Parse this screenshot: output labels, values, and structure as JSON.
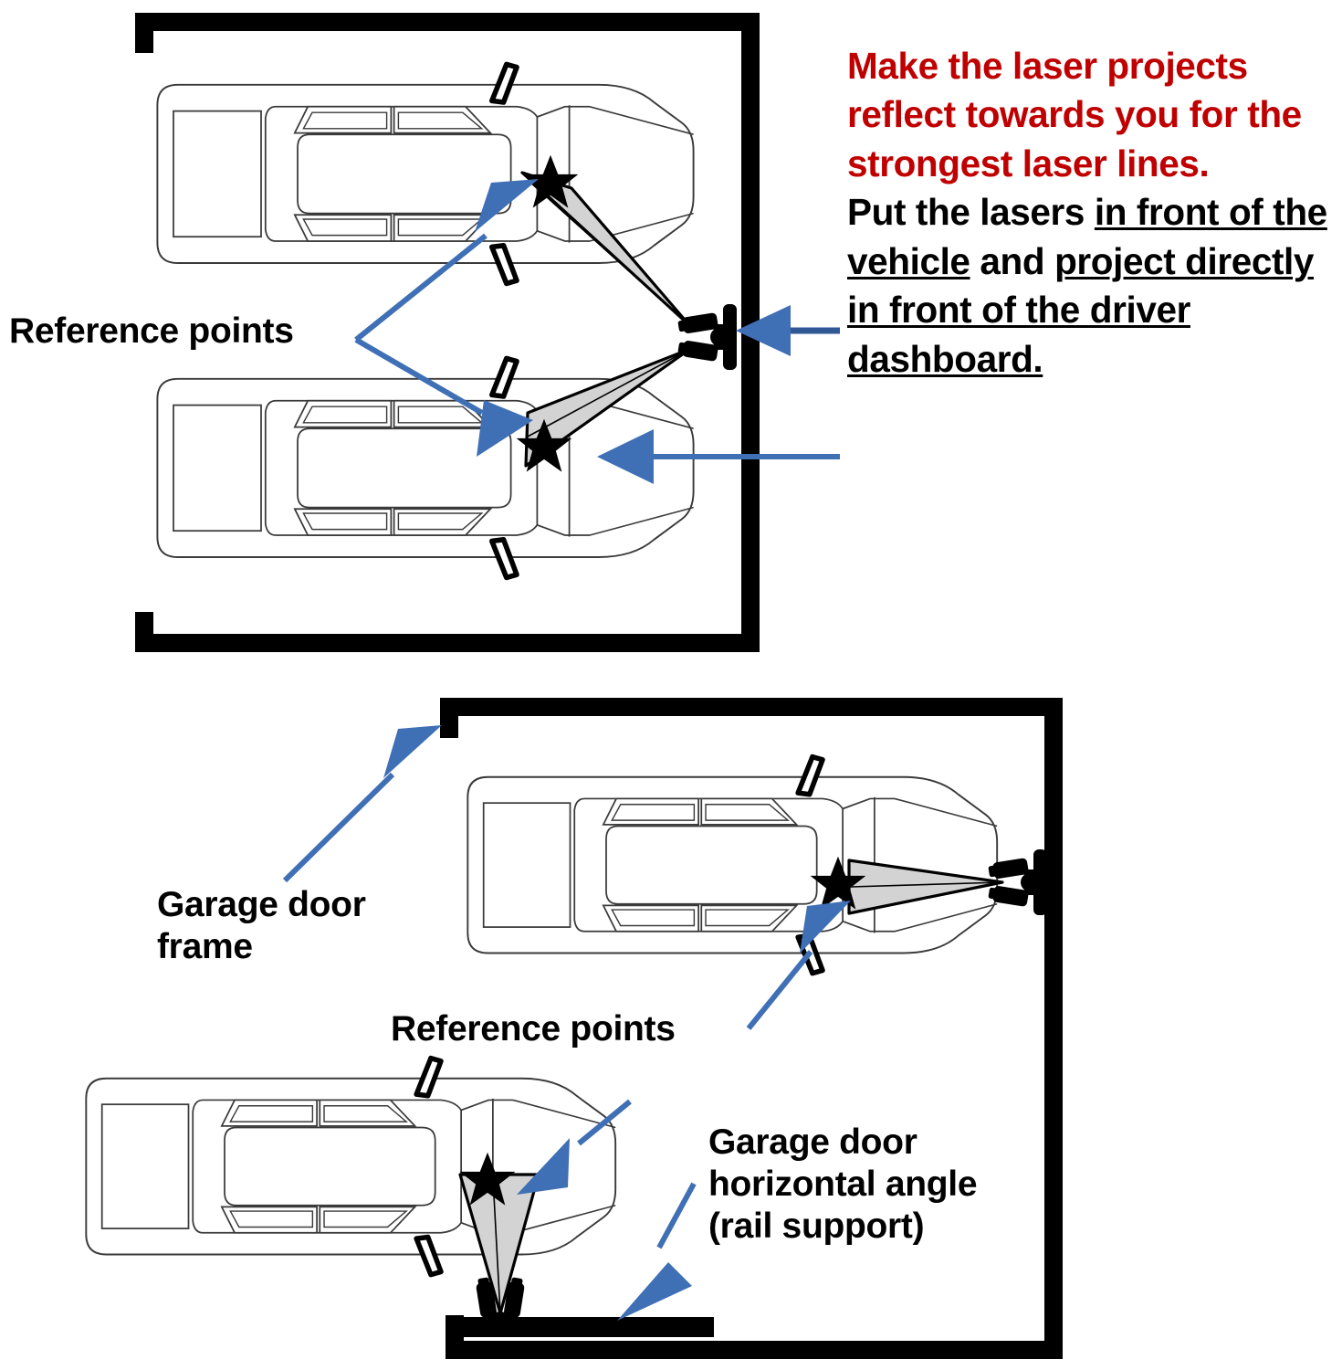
{
  "document": {
    "kind": "instructional-diagram",
    "subject": "Garage parking laser alignment guide"
  },
  "instruction_panel": {
    "warning_text": "Make the laser projects reflect towards you for the strongest laser lines.",
    "note_segments": [
      {
        "text": "Put the lasers ",
        "underline": false
      },
      {
        "text": "in front of the vehicle",
        "underline": true
      },
      {
        "text": " and ",
        "underline": false
      },
      {
        "text": "project directly in front of the driver dashboard.",
        "underline": true
      }
    ],
    "note_lines": [
      "Put the lasers in front of",
      "the vehicle and project",
      "directly in front of the",
      "driver dashboard."
    ],
    "warning_color": "#c00000",
    "note_color": "#000000"
  },
  "labels": {
    "reference_points_top": "Reference points",
    "reference_points_bottom": "Reference points",
    "garage_door_frame": "Garage door\nframe",
    "garage_door_rail": "Garage door\nhorizontal angle\n(rail support)"
  },
  "colors": {
    "arrow_blue": "#3f6fb5",
    "arrow_blue_dark": "#2f5894",
    "beam_gray": "#d3d3d3",
    "wall_black": "#000000",
    "car_outline": "#3a3a3a",
    "background": "#ffffff",
    "star_black": "#000000"
  },
  "scenes": [
    {
      "id": "top-scene",
      "name": "two-cars-side-wall-lasers",
      "garage": {
        "shape": "u-open-left",
        "walls": [
          "top",
          "right",
          "bottom"
        ],
        "description": "Garage outline with right wall holding the laser bracket"
      },
      "vehicles": [
        {
          "id": "car-top-1",
          "orientation": "nose-right",
          "reference_point": "windshield-driver-side"
        },
        {
          "id": "car-top-2",
          "orientation": "nose-right",
          "reference_point": "windshield-driver-side"
        }
      ],
      "lasers": [
        {
          "id": "laser-wall-top",
          "mount": "right-wall",
          "modules": 2,
          "beams": 2
        }
      ],
      "callouts": [
        {
          "id": "ref-points-label-top",
          "text": "Reference points",
          "targets": 2
        },
        {
          "id": "laser-pointer-arrow",
          "text": "",
          "targets": 1
        }
      ]
    },
    {
      "id": "bottom-scene",
      "name": "two-cars-wall-and-rail-lasers",
      "garage": {
        "shape": "u-open-left-stub",
        "walls": [
          "top",
          "right",
          "bottom"
        ],
        "description": "Garage outline with door frame stub at top-left and rail support bar at bottom"
      },
      "vehicles": [
        {
          "id": "car-bottom-1",
          "orientation": "nose-right",
          "reference_point": "windshield-driver-side"
        },
        {
          "id": "car-bottom-2",
          "orientation": "nose-right",
          "reference_point": "windshield-driver-side"
        }
      ],
      "lasers": [
        {
          "id": "laser-wall-bottom",
          "mount": "right-wall",
          "modules": 2,
          "beams": 2
        },
        {
          "id": "laser-rail-bottom",
          "mount": "rail-support-bar",
          "modules": 2,
          "beams": 2
        }
      ],
      "callouts": [
        {
          "id": "garage-door-frame-label",
          "text": "Garage door frame"
        },
        {
          "id": "ref-points-label-bottom",
          "text": "Reference points"
        },
        {
          "id": "garage-door-rail-label",
          "text": "Garage door horizontal angle (rail support)"
        }
      ]
    }
  ]
}
